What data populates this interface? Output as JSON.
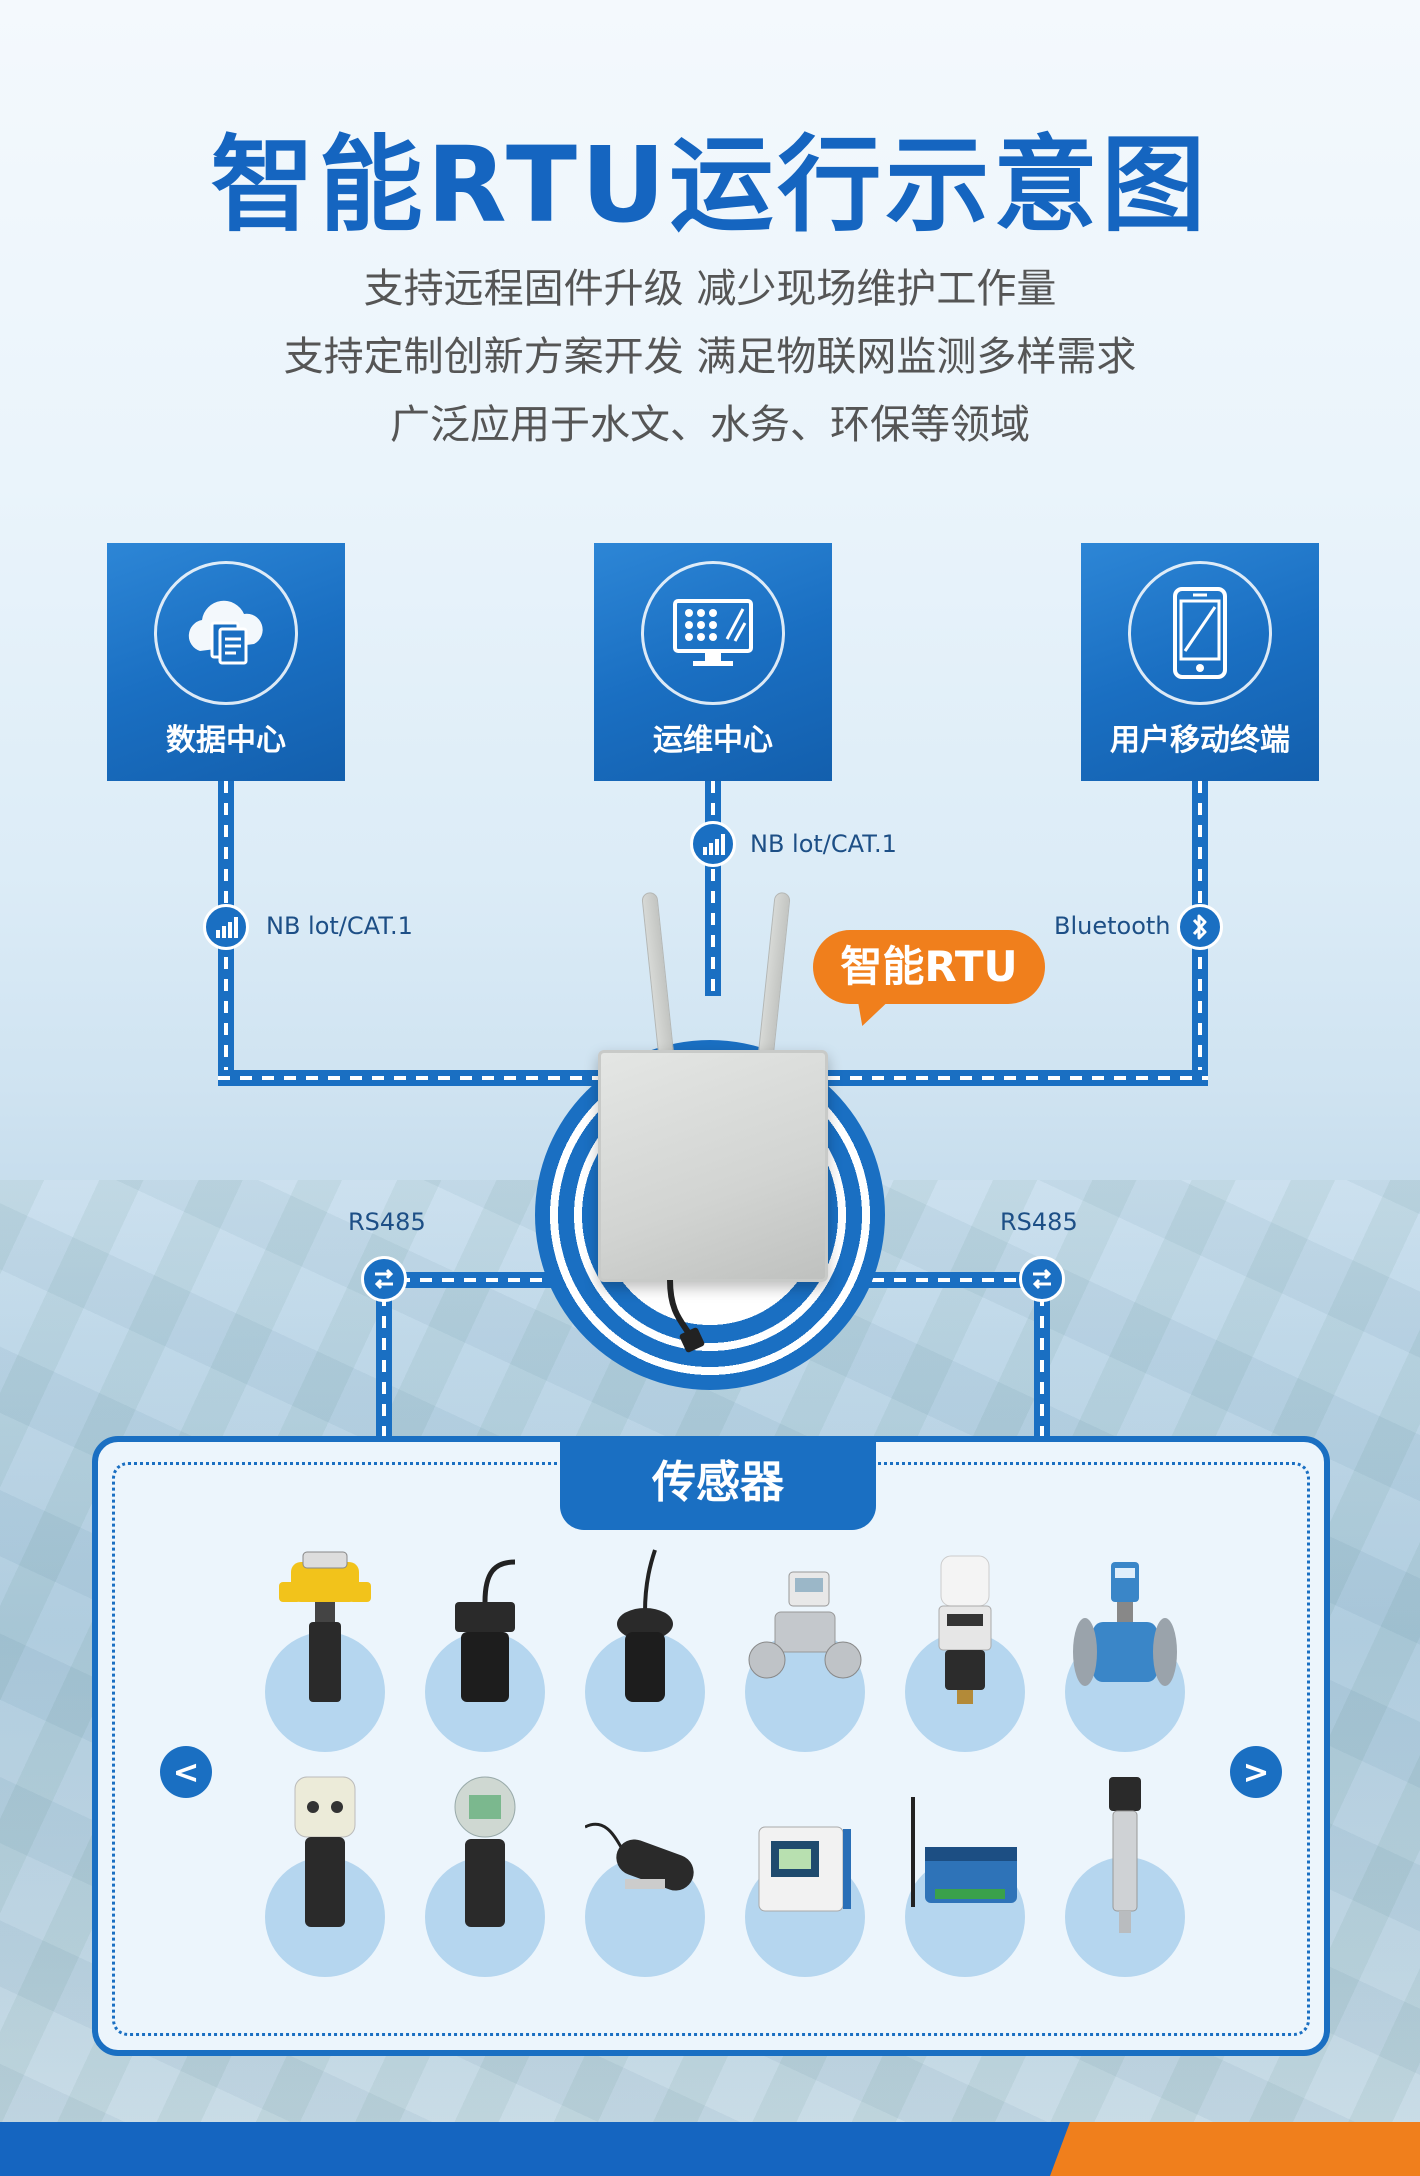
{
  "title": "智能RTU运行示意图",
  "subtitles": [
    "支持远程固件升级  减少现场维护工作量",
    "支持定制创新方案开发  满足物联网监测多样需求",
    "广泛应用于水文、水务、环保等领域"
  ],
  "centers": [
    {
      "label": "数据中心",
      "icon": "cloud-documents-icon"
    },
    {
      "label": "运维中心",
      "icon": "monitor-icon"
    },
    {
      "label": "用户移动终端",
      "icon": "smartphone-icon"
    }
  ],
  "connections": {
    "left": "NB lot/CAT.1",
    "middle": "NB lot/CAT.1",
    "right": "Bluetooth",
    "rs485_left": "RS485",
    "rs485_right": "RS485"
  },
  "rtu_label": "智能RTU",
  "sensors_title": "传感器",
  "colors": {
    "primary": "#1a6fc2",
    "title": "#1565c0",
    "accent": "#f07f1c"
  },
  "nav": {
    "prev": "<",
    "next": ">"
  }
}
